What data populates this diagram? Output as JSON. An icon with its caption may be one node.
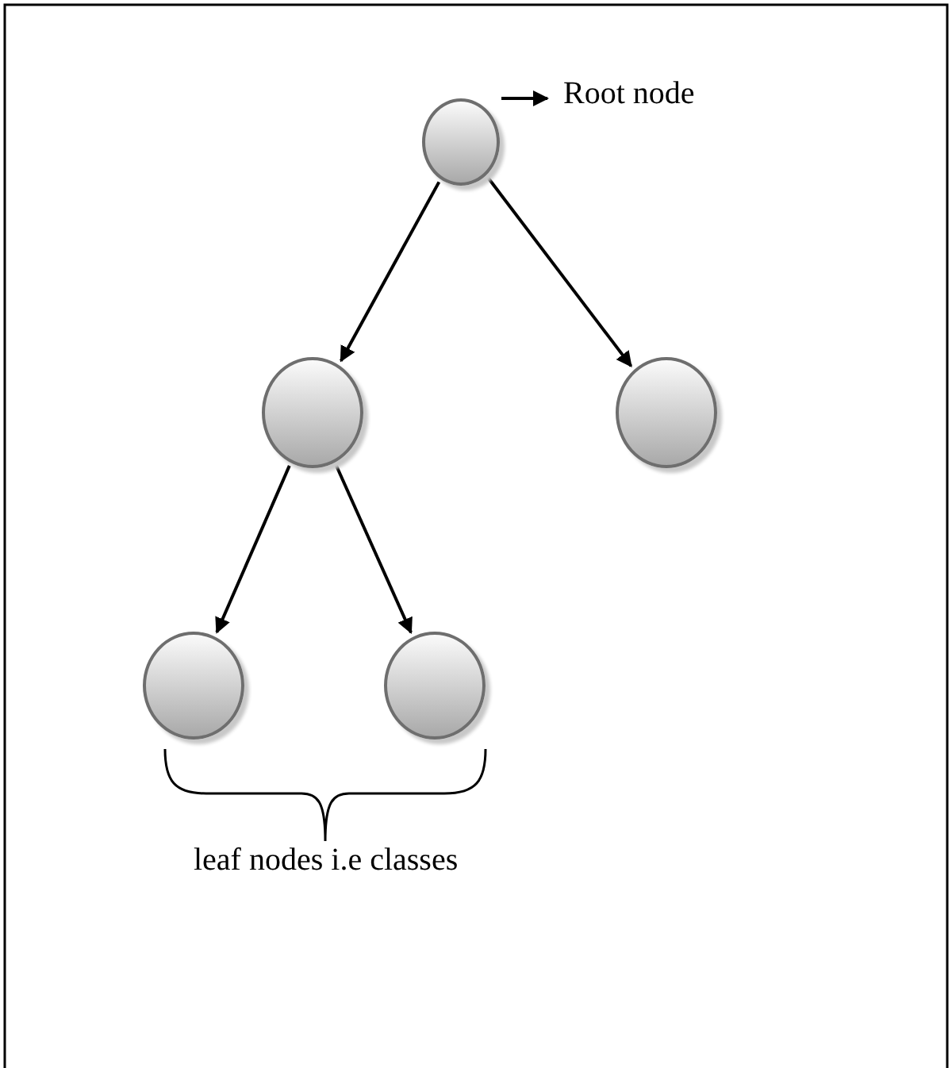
{
  "diagram": {
    "nodes": [
      {
        "text": [],
        "shape": "circle"
      },
      {
        "text": [],
        "shape": "circle"
      },
      {
        "text": [],
        "shape": "circle"
      },
      {
        "text": [],
        "shape": "circle"
      },
      {
        "text": [],
        "shape": "circle"
      },
      {
        "text": [
          "Root node"
        ]
      }
    ],
    "edges": [
      {
        "from": 0,
        "to": 1,
        "arrow": "to"
      },
      {
        "from": 0,
        "to": 2,
        "arrow": "to"
      },
      {
        "from": 1,
        "to": 3,
        "arrow": "to"
      },
      {
        "from": 1,
        "to": 4,
        "arrow": "to"
      },
      {
        "from": 0,
        "to": 5,
        "arrow": "to"
      }
    ],
    "labels": [
      "leaf nodes i.e classes"
    ]
  }
}
